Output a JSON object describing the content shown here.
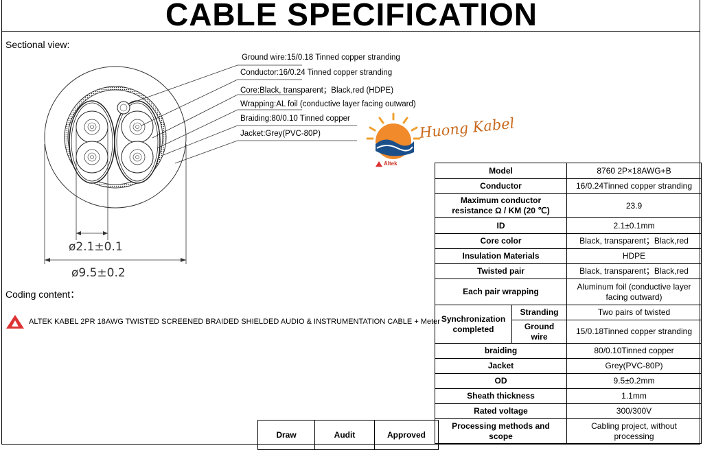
{
  "title": "CABLE SPECIFICATION",
  "sectional_label": "Sectional view:",
  "callouts": [
    "Ground wire:15/0.18 Tinned copper stranding",
    "Conductor:16/0.24 Tinned copper stranding",
    "Core:Black, transparent；Black,red (HDPE)",
    "Wrapping:AL foil (conductive layer facing outward)",
    "Braiding:80/0.10 Tinned copper",
    "Jacket:Grey(PVC-80P)"
  ],
  "dims": {
    "inner": "ø2.1±0.1",
    "outer": "ø9.5±0.2"
  },
  "coding_label": "Coding content：",
  "coding_text": "ALTEK KABEL 2PR 18AWG TWISTED SCREENED BRAIDED SHIELDED AUDIO & INSTRUMENTATION CABLE + Meter",
  "logo": {
    "brand": "Huong Kabel",
    "small": "Altek"
  },
  "colors": {
    "logo_orange": "#e8842a",
    "logo_blue": "#1a4f8a",
    "altek_red": "#d33"
  },
  "spec": {
    "model": {
      "k": "Model",
      "v": "8760 2P×18AWG+B"
    },
    "conductor": {
      "k": "Conductor",
      "v": "16/0.24Tinned copper stranding"
    },
    "resistance": {
      "k1": "Maximum conductor",
      "k2": "resistance Ω / KM (20 ℃)",
      "v": "23.9"
    },
    "id": {
      "k": "ID",
      "v": "2.1±0.1mm"
    },
    "core_color": {
      "k": "Core color",
      "v": "Black, transparent；Black,red"
    },
    "insulation": {
      "k": "Insulation Materials",
      "v": "HDPE"
    },
    "twisted": {
      "k": "Twisted pair",
      "v": "Black, transparent；Black,red"
    },
    "wrapping": {
      "k": "Each pair wrapping",
      "v1": "Aluminum foil (conductive layer",
      "v2": "facing outward)"
    },
    "sync": {
      "k1": "Synchronization",
      "k2": "completed",
      "stranding_k": "Stranding",
      "stranding_v": "Two pairs of twisted",
      "ground_k1": "Ground",
      "ground_k2": "wire",
      "ground_v": "15/0.18Tinned copper stranding"
    },
    "braiding": {
      "k": "braiding",
      "v": "80/0.10Tinned copper"
    },
    "jacket": {
      "k": "Jacket",
      "v": "Grey(PVC-80P)"
    },
    "od": {
      "k": "OD",
      "v": "9.5±0.2mm"
    },
    "sheath": {
      "k": "Sheath thickness",
      "v": "1.1mm"
    },
    "voltage": {
      "k": "Rated voltage",
      "v": "300/300V"
    },
    "processing": {
      "k1": "Processing methods and",
      "k2": "scope",
      "v1": "Cabling project, without",
      "v2": "processing"
    }
  },
  "sign": {
    "draw": "Draw",
    "audit": "Audit",
    "approved": "Approved"
  }
}
